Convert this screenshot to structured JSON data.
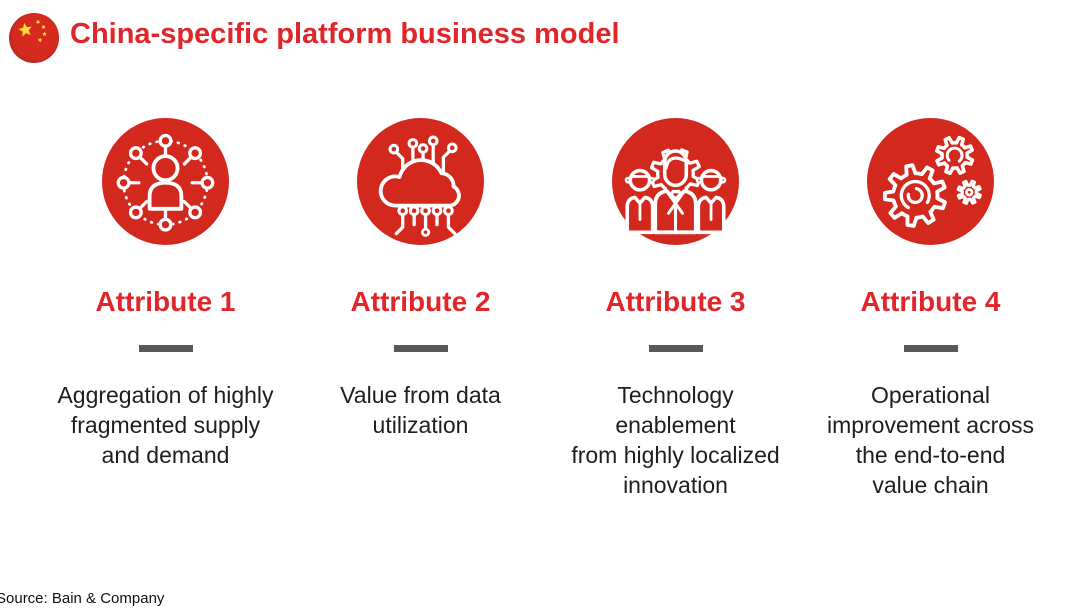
{
  "header": {
    "flag_icon": "china-flag-icon",
    "title": "China-specific platform business model"
  },
  "attributes": [
    {
      "icon": "network-person-icon",
      "label": "Attribute 1",
      "description": "Aggregation of highly\nfragmented supply\nand demand"
    },
    {
      "icon": "data-cloud-icon",
      "label": "Attribute 2",
      "description": "Value from data\nutilization"
    },
    {
      "icon": "team-gear-icon",
      "label": "Attribute 3",
      "description": "Technology\nenablement\nfrom highly localized\ninnovation"
    },
    {
      "icon": "gears-icon",
      "label": "Attribute 4",
      "description": "Operational\nimprovement across\nthe end-to-end\nvalue chain"
    }
  ],
  "colors": {
    "icon_circle_red": "#d2281e",
    "accent_red": "#e0262b",
    "divider_gray": "#58585a",
    "body_text": "#1e1e1e",
    "flag_gold": "#ffd83a"
  },
  "footer": {
    "source": "Source: Bain & Company"
  }
}
